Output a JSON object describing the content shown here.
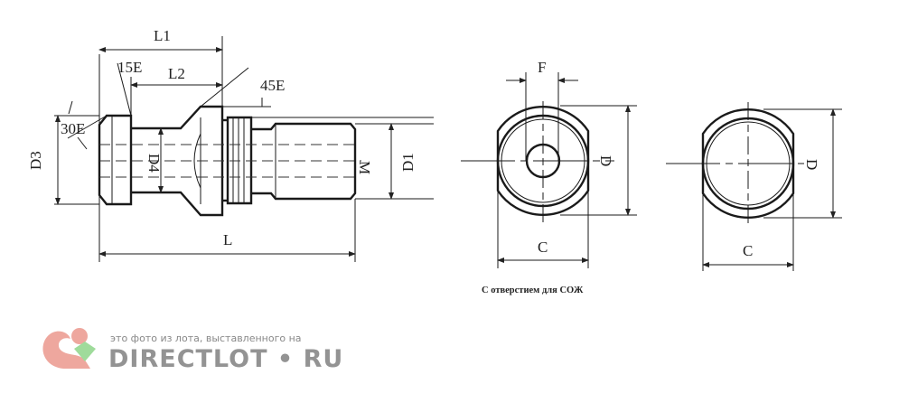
{
  "watermark": {
    "line1": "это фото из лота, выставленного на",
    "line2": "DIRECTLOT • RU"
  },
  "side_view": {
    "labels": {
      "l1": "L1",
      "angle15": "15E",
      "l2": "L2",
      "angle45": "45E",
      "angle30": "30E",
      "d3": "D3",
      "d4": "D4",
      "m": "M",
      "d1": "D1",
      "l": "L"
    }
  },
  "front_view_coolant": {
    "labels": {
      "f": "F",
      "d": "D",
      "c": "C"
    },
    "caption": "С отверстием для СОЖ"
  },
  "front_view_plain": {
    "labels": {
      "d": "D",
      "c": "C"
    }
  }
}
